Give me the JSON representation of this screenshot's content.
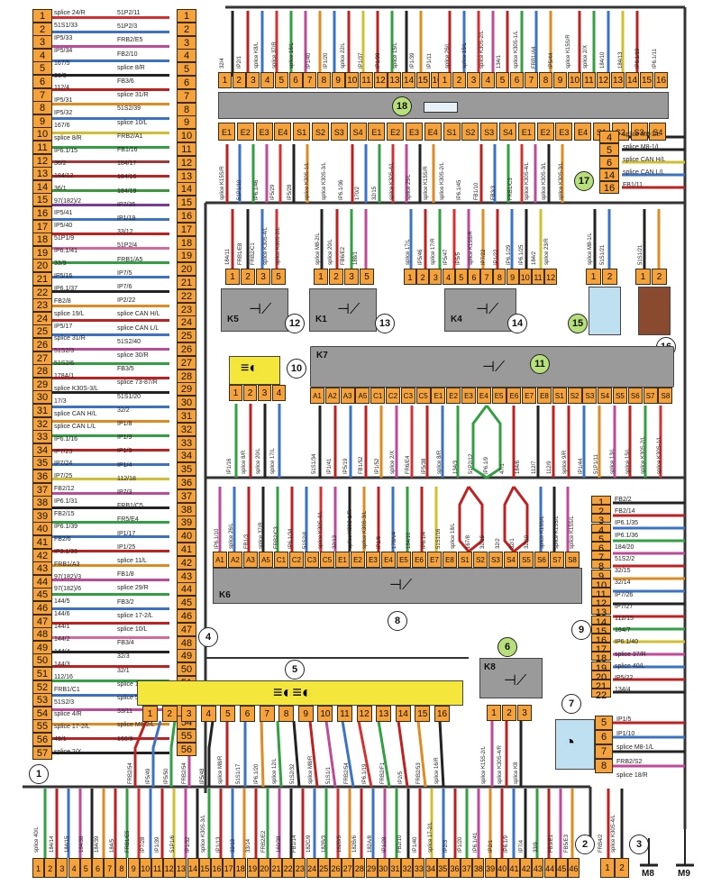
{
  "markers": {
    "m1": "1",
    "m2": "2",
    "m3": "3",
    "m4": "4",
    "m5": "5",
    "m6": "6",
    "m7": "7",
    "m8": "8",
    "m9": "9",
    "m10": "10",
    "m11": "11",
    "m12": "12",
    "m13": "13",
    "m14": "14",
    "m15": "15",
    "m16": "16",
    "m17": "17",
    "m18": "18"
  },
  "relays": {
    "k1": "K1",
    "k4": "K4",
    "k5": "K5",
    "k6": "K6",
    "k7": "K7",
    "k8": "K8"
  },
  "grounds": {
    "m8": "M8",
    "m9": "M9"
  },
  "left_block": {
    "left_pins": [
      "1",
      "2",
      "3",
      "4",
      "5",
      "6",
      "7",
      "8",
      "9",
      "10",
      "11",
      "12",
      "13",
      "14",
      "15",
      "16",
      "17",
      "18",
      "19",
      "20",
      "21",
      "22",
      "23",
      "24",
      "25",
      "26",
      "27",
      "28",
      "29",
      "30",
      "31",
      "32",
      "33",
      "34",
      "35",
      "36",
      "37",
      "38",
      "39",
      "40",
      "41",
      "42",
      "43",
      "44",
      "45",
      "46",
      "47",
      "48",
      "49",
      "50",
      "51",
      "52",
      "53",
      "54",
      "55",
      "56",
      "57"
    ],
    "right_pins": [
      "1",
      "2",
      "3",
      "4",
      "5",
      "6",
      "7",
      "8",
      "9",
      "10",
      "11",
      "12",
      "13",
      "14",
      "15",
      "16",
      "17",
      "18",
      "19",
      "20",
      "21",
      "22",
      "23",
      "24",
      "25",
      "26",
      "27",
      "28",
      "29",
      "30",
      "31",
      "32",
      "33",
      "34",
      "35",
      "36",
      "37",
      "38",
      "39",
      "40",
      "41",
      "42",
      "43",
      "44",
      "45",
      "46",
      "47",
      "48",
      "49",
      "50",
      "51",
      "52",
      "53",
      "54",
      "55",
      "56"
    ],
    "left_labels": [
      "splice 24/R",
      "51S1/33",
      "IP5/33",
      "IP5/34",
      "167/5",
      "36/3",
      "112/4",
      "IP5/31",
      "IP5/32",
      "167/6",
      "splice 8/R",
      "IP6.1/15",
      "36/2",
      "184/12",
      "36/1",
      "97(182)/2",
      "IP5/41",
      "IP5/40",
      "51P1/9",
      "IP6.1/41",
      "33/9",
      "IP5/16",
      "IP6.1/37",
      "FB2/8",
      "splice 19/L",
      "IP5/17",
      "splice 31/R",
      "51S2/3",
      "51S2/6",
      "178A/1",
      "splice K30S-3/L",
      "17/3",
      "splice CAN H/L",
      "splice CAN L/L",
      "IP6.1/16",
      "IP7/23",
      "IP7/24",
      "IP7/25",
      "FB2/12",
      "IP6.1/31",
      "FB2/15",
      "IP6.1/39",
      "FB2/6",
      "IP3.1/33",
      "FRB1/A3",
      "97(182)/3",
      "97(182)/6",
      "144/5",
      "144/6",
      "144/1",
      "144/2",
      "144/4",
      "144/3",
      "112/16",
      "FRB1/C1",
      "51S2/3",
      "splice 4/R",
      "splice 17-2/L",
      "49/1",
      "splice 2/X"
    ],
    "right_labels": [
      "51P2/11",
      "51P2/3",
      "FRB2/E5",
      "FB2/10",
      "splice 8/R",
      "FB3/6",
      "splice 31/R",
      "51S2/39",
      "splice 10/L",
      "FRB2/A1",
      "FB1/16",
      "184/17",
      "184/16",
      "184/19",
      "IP7/35",
      "IP1/19",
      "33/12",
      "51P2/4",
      "FRB1/A5",
      "IP7/5",
      "IP7/6",
      "IP2/22",
      "splice CAN H/L",
      "splice CAN L/L",
      "51S2/40",
      "splice 30/R",
      "FB3/5",
      "splice 73-87/R",
      "51S1/20",
      "32/2",
      "IP1/8",
      "IP1/9",
      "IP1/3",
      "IP1/4",
      "112/18",
      "IP7/3",
      "FRB1/C5",
      "FR5/E4",
      "IP1/17",
      "IP1/25",
      "splice 11/L",
      "FB1/8",
      "splice 29/R",
      "FB3/2",
      "splice 17-2/L",
      "splice 10/L",
      "FB3/4",
      "32/3",
      "32/1",
      "splice 12/L",
      "splice 5/L",
      "33/11",
      "splice M8-2/L",
      "160/8"
    ]
  },
  "top_block": {
    "pins_left": [
      "1",
      "2",
      "3",
      "4",
      "5",
      "6",
      "7",
      "8",
      "9",
      "10",
      "11",
      "12",
      "13",
      "14",
      "15",
      "16"
    ],
    "pins_right": [
      "1",
      "2",
      "3",
      "4",
      "5",
      "6",
      "7",
      "8",
      "9",
      "10",
      "11",
      "12",
      "13",
      "14",
      "15",
      "16"
    ],
    "top_labels": [
      "32/4",
      "IP2/1",
      "splice K8/L",
      "splice 37/R",
      "splice 16/L",
      "IP1/40",
      "IP1/20",
      "splice 22/L",
      "IP1/37",
      "IP1/38",
      "splice 15/L",
      "IP1/39",
      "IP1/11",
      "splice 26/L",
      "splice 15/L",
      "splice K30S-2/L",
      "134/1",
      "splice K30S-1/L",
      "FRB1/A4",
      "IP5/44",
      "splice K15S/R",
      "splice 2/X",
      "184/10",
      "184/13",
      "IP6.1/19",
      "IP6.1/11"
    ],
    "row_e": [
      "E1",
      "E2",
      "E3",
      "E4",
      "S1",
      "S2",
      "S3",
      "S4",
      "E1",
      "E2",
      "E3",
      "E4",
      "S1",
      "S2",
      "S3",
      "S4",
      "E1",
      "E2",
      "E3",
      "E4",
      "S1",
      "S2",
      "S3",
      "S4"
    ],
    "mid_labels": [
      "splice K15S/R",
      "51P1/10",
      "IP6.1/46",
      "IP5/29",
      "IP5/28",
      "splice K30S-1/L",
      "splice K30S-3/L",
      "IP6.1/36",
      "170/2",
      "32/15",
      "splice K30S-4/L",
      "splice 25/L",
      "splice K15S/R",
      "splice K30S-2/L",
      "IP6.1/45",
      "FB1/10",
      "FB3/3",
      "FRB1/C3",
      "splice K30S-4/L",
      "splice K30S-3/L",
      "splice K30S-3/L"
    ]
  },
  "block17": {
    "pins": [
      "4",
      "5",
      "6",
      "14",
      "16"
    ],
    "labels": [
      "splice M8-1/L",
      "splice M8-1/L",
      "splice CAN H/L",
      "splice CAN L/L",
      "FB1/11"
    ]
  },
  "relay_k5": {
    "pins": [
      "1",
      "2",
      "3",
      "5"
    ],
    "labels": [
      "184/11",
      "FRB1/E8",
      "FRB2/C1",
      "splice K30S-4/L",
      "splice K30S-2/L"
    ]
  },
  "relay_k1": {
    "pins": [
      "1",
      "2",
      "3",
      "5"
    ],
    "labels": [
      "splice M8-2/L",
      "splice 20/L",
      "FB6/E2",
      "188/1"
    ]
  },
  "relay_k4": {
    "pins": [
      "1",
      "2",
      "3",
      "4",
      "5",
      "6",
      "7",
      "8",
      "9",
      "10",
      "11",
      "12"
    ],
    "labels": [
      "splice 17/L",
      "IP5/46",
      "splice 17/R",
      "IP5/47",
      "IP5/5",
      "splice K15S/R",
      "IP7/22",
      "IP1/22",
      "IP6.1/29",
      "IP6.1/25",
      "184/2",
      "splice 23/R"
    ]
  },
  "block15": {
    "pins": [
      "1",
      "2"
    ],
    "labels": [
      "splice M8-1/L",
      "51S1/21"
    ]
  },
  "block16": {
    "pins": [
      "1",
      "2"
    ],
    "labels": [
      "51S1/21"
    ]
  },
  "block10": {
    "pins": [
      "1",
      "2",
      "3",
      "4"
    ],
    "labels": [
      "IP1/16",
      "splice 8/R",
      "splice 20/L",
      "splice 17/L"
    ]
  },
  "k7": {
    "pins": [
      "A1",
      "A2",
      "A3",
      "A5",
      "C1",
      "C2",
      "C3",
      "C5",
      "E1",
      "E2",
      "E3",
      "E4",
      "E5",
      "E6",
      "E7",
      "E8",
      "S1",
      "S2",
      "S3",
      "S4",
      "S5",
      "S6",
      "S7",
      "S8"
    ],
    "labels": [
      "51S1/34",
      "IP1/41",
      "IP5/19",
      "FB1/52",
      "IP1/52",
      "splice 2/X",
      "FR6/E4",
      "IP5/38",
      "splice 8/R",
      "134/3",
      "51P2/12",
      "IP6.1/9",
      "47/1",
      "184/6",
      "112/7",
      "112/9",
      "splice 9/R",
      "IP1/44",
      "51P1/11",
      "splice 13/L",
      "splice 15/L",
      "splice K30S-2/L",
      "splice K30S-1/L"
    ]
  },
  "k6": {
    "pins": [
      "A1",
      "A2",
      "A3",
      "A5",
      "C1",
      "C2",
      "C3",
      "C5",
      "E1",
      "E2",
      "E3",
      "E4",
      "E5",
      "E6",
      "E7",
      "E8",
      "S1",
      "S2",
      "S3",
      "S4",
      "S5",
      "S6",
      "S7",
      "S8"
    ],
    "labels": [
      "IP6.1/10",
      "splice 26/L",
      "FB1/3",
      "splice 37/R",
      "FRB2/C3",
      "IP6.1/34",
      "51S2/4",
      "splice K30S-4/L",
      "32/13",
      "splice K30S-1/R",
      "splice K30S-3/L",
      "IP1/6",
      "178A/4",
      "184/10",
      "IP6.1/4",
      "51S1/16",
      "splice 18/L",
      "167/8",
      "32/15",
      "32/2",
      "32/1",
      "32/10",
      "splice K15S/L",
      "splice K15S/L",
      "splice K15S/L"
    ]
  },
  "block9": {
    "pins": [
      "1",
      "2",
      "3",
      "4",
      "5",
      "6",
      "7",
      "8",
      "9",
      "10",
      "11",
      "12",
      "13",
      "14",
      "15",
      "16",
      "17",
      "18",
      "19",
      "20",
      "21",
      "22"
    ],
    "labels": [
      "FB2/2",
      "FB2/14",
      "IP6.1/35",
      "IP6.1/36",
      "184/20",
      "51S2/2",
      "32/15",
      "32/14",
      "IP7/26",
      "IP7/27",
      "112/15",
      "164/7",
      "IP6.1/40",
      "splice 37/R",
      "splice 40/L",
      "IP5/22",
      "134/4"
    ]
  },
  "block5": {
    "pins": [
      "1",
      "2",
      "3",
      "4",
      "5",
      "6",
      "7",
      "8",
      "9",
      "10",
      "11",
      "12",
      "13",
      "14",
      "15",
      "16"
    ],
    "labels": [
      "FRB2/54",
      "IP5/49",
      "IP5/50",
      "FRB2/54",
      "IP5/48",
      "splice M8/R",
      "51S1/17",
      "IP6.1/20",
      "splice 12/L",
      "51S2/32",
      "splice M8/R",
      "51S1/1",
      "FRB2/54",
      "IP6.1/19",
      "FRB2/F1",
      "IP2/5",
      "FRB2/53",
      "splice 16/R"
    ]
  },
  "block6": {
    "pins": [
      "1",
      "2",
      "3"
    ],
    "labels": [
      "splice K15S-2/L",
      "splice K30S-4/R",
      "splice K8"
    ]
  },
  "block7": {
    "pins": [
      "5",
      "6",
      "7",
      "8"
    ],
    "labels": [
      "IP1/5",
      "IP1/10",
      "splice M8-1/L",
      "FRB2/S2",
      "splice 18/R"
    ]
  },
  "bottom_block": {
    "pins": [
      "1",
      "2",
      "3",
      "4",
      "5",
      "6",
      "7",
      "8",
      "9",
      "10",
      "11",
      "12",
      "13",
      "14",
      "15",
      "16",
      "17",
      "18",
      "19",
      "20",
      "21",
      "22",
      "23",
      "24",
      "25",
      "26",
      "27",
      "28",
      "29",
      "30",
      "31",
      "32",
      "33",
      "34",
      "35",
      "36",
      "37",
      "38",
      "39",
      "40",
      "41",
      "42",
      "43",
      "44",
      "45",
      "46"
    ],
    "labels": [
      "splice 40/L",
      "184/14",
      "184/15",
      "184/38",
      "184/39",
      "184/5",
      "FRB1/E5",
      "IP7/28",
      "IP1/39",
      "51P1/6",
      "IP1/32",
      "splice K30S-3/L",
      "IP1/13",
      "32/13",
      "33/14",
      "FRB2/E2",
      "160/38",
      "FB1/14",
      "182C/9",
      "182B/3",
      "182B/5",
      "182B/6",
      "182A/8",
      "IP1/28",
      "FB2/10",
      "IP1/40",
      "splice 17-2/L",
      "IP2/3",
      "IP1/20",
      "IP6.1/41",
      "IP2/1",
      "IP6.1/9",
      "IP7/4",
      "33/9",
      "FB3/E1",
      "FB5/E3"
    ]
  },
  "block3": {
    "pins": [
      "1",
      "2"
    ],
    "labels": [
      "FRB4/2",
      "splice K30S-4/L"
    ]
  }
}
